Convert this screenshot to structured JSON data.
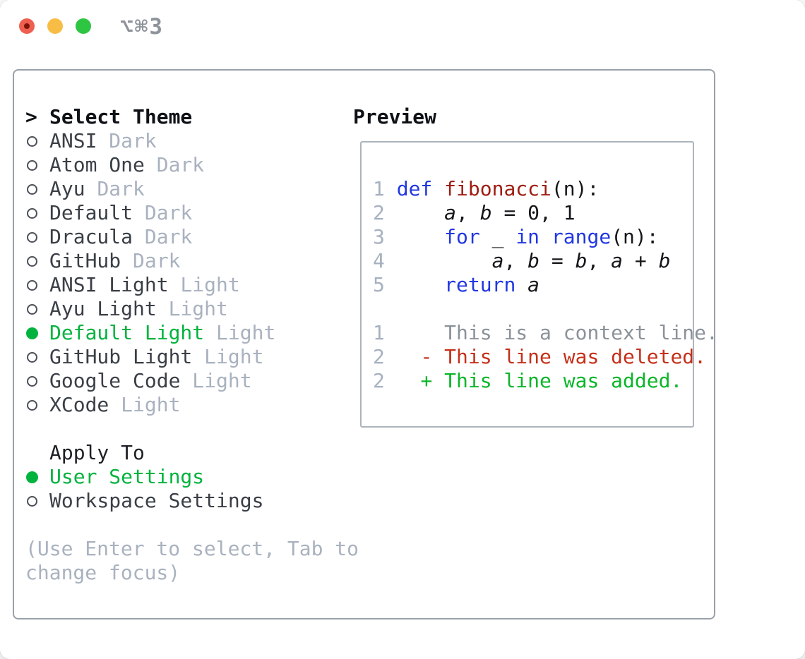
{
  "titlebar": {
    "shortcut": "⌥⌘3"
  },
  "theme_panel": {
    "title_prefix": ">",
    "title": "Select Theme",
    "items": [
      {
        "name": "ANSI",
        "variant": "Dark",
        "selected": false
      },
      {
        "name": "Atom One",
        "variant": "Dark",
        "selected": false
      },
      {
        "name": "Ayu",
        "variant": "Dark",
        "selected": false
      },
      {
        "name": "Default",
        "variant": "Dark",
        "selected": false
      },
      {
        "name": "Dracula",
        "variant": "Dark",
        "selected": false
      },
      {
        "name": "GitHub",
        "variant": "Dark",
        "selected": false
      },
      {
        "name": "ANSI Light",
        "variant": "Light",
        "selected": false
      },
      {
        "name": "Ayu Light",
        "variant": "Light",
        "selected": false
      },
      {
        "name": "Default Light",
        "variant": "Light",
        "selected": true
      },
      {
        "name": "GitHub Light",
        "variant": "Light",
        "selected": false
      },
      {
        "name": "Google Code",
        "variant": "Light",
        "selected": false
      },
      {
        "name": "XCode",
        "variant": "Light",
        "selected": false
      }
    ],
    "apply_to": {
      "title": "Apply To",
      "options": [
        {
          "label": "User Settings",
          "selected": true
        },
        {
          "label": "Workspace Settings",
          "selected": false
        }
      ]
    },
    "hint": "(Use Enter to select, Tab to change focus)"
  },
  "preview": {
    "title": "Preview",
    "code_lines": [
      {
        "num": "1",
        "tokens": [
          {
            "t": "def",
            "c": "kw"
          },
          {
            "t": " ",
            "c": "pl"
          },
          {
            "t": "fibonacci",
            "c": "fn"
          },
          {
            "t": "(n):",
            "c": "pl"
          }
        ]
      },
      {
        "num": "2",
        "tokens": [
          {
            "t": "    ",
            "c": "pl"
          },
          {
            "t": "a",
            "c": "var"
          },
          {
            "t": ", ",
            "c": "pl"
          },
          {
            "t": "b",
            "c": "var"
          },
          {
            "t": " = 0, 1",
            "c": "pl"
          }
        ]
      },
      {
        "num": "3",
        "tokens": [
          {
            "t": "    ",
            "c": "pl"
          },
          {
            "t": "for",
            "c": "kw"
          },
          {
            "t": " _ ",
            "c": "pl"
          },
          {
            "t": "in",
            "c": "kw"
          },
          {
            "t": " ",
            "c": "pl"
          },
          {
            "t": "range",
            "c": "kw"
          },
          {
            "t": "(n):",
            "c": "pl"
          }
        ]
      },
      {
        "num": "4",
        "tokens": [
          {
            "t": "        ",
            "c": "pl"
          },
          {
            "t": "a",
            "c": "var"
          },
          {
            "t": ", ",
            "c": "pl"
          },
          {
            "t": "b",
            "c": "var"
          },
          {
            "t": " = ",
            "c": "pl"
          },
          {
            "t": "b",
            "c": "var"
          },
          {
            "t": ", ",
            "c": "pl"
          },
          {
            "t": "a",
            "c": "var"
          },
          {
            "t": " + ",
            "c": "pl"
          },
          {
            "t": "b",
            "c": "var"
          }
        ]
      },
      {
        "num": "5",
        "tokens": [
          {
            "t": "    ",
            "c": "pl"
          },
          {
            "t": "return",
            "c": "kw"
          },
          {
            "t": " ",
            "c": "pl"
          },
          {
            "t": "a",
            "c": "var"
          }
        ]
      }
    ],
    "diff_lines": [
      {
        "num": "1",
        "marker": "",
        "text": "This is a context line.",
        "type": "context"
      },
      {
        "num": "2",
        "marker": "-",
        "text": "This line was deleted.",
        "type": "deleted"
      },
      {
        "num": "2",
        "marker": "+",
        "text": "This line was added.",
        "type": "added"
      }
    ]
  },
  "colors": {
    "selected_green": "#00b33e",
    "added_green": "#0ab629",
    "deleted_red": "#c5301a",
    "keyword_blue": "#2137e2",
    "function_red": "#9e1d12",
    "code_plain": "#141619",
    "menu_text": "#3a3f46",
    "variant_gray": "#a9b2bf",
    "hint_gray": "#a9b2bf",
    "line_number_gray": "#a6b1c0",
    "context_gray": "#8b9299",
    "border_gray": "#9aa1ab",
    "preview_border": "#aeb4bd",
    "close_red": "#ef5f51",
    "minimize_yellow": "#f8bd45",
    "zoom_green": "#2ec543"
  }
}
